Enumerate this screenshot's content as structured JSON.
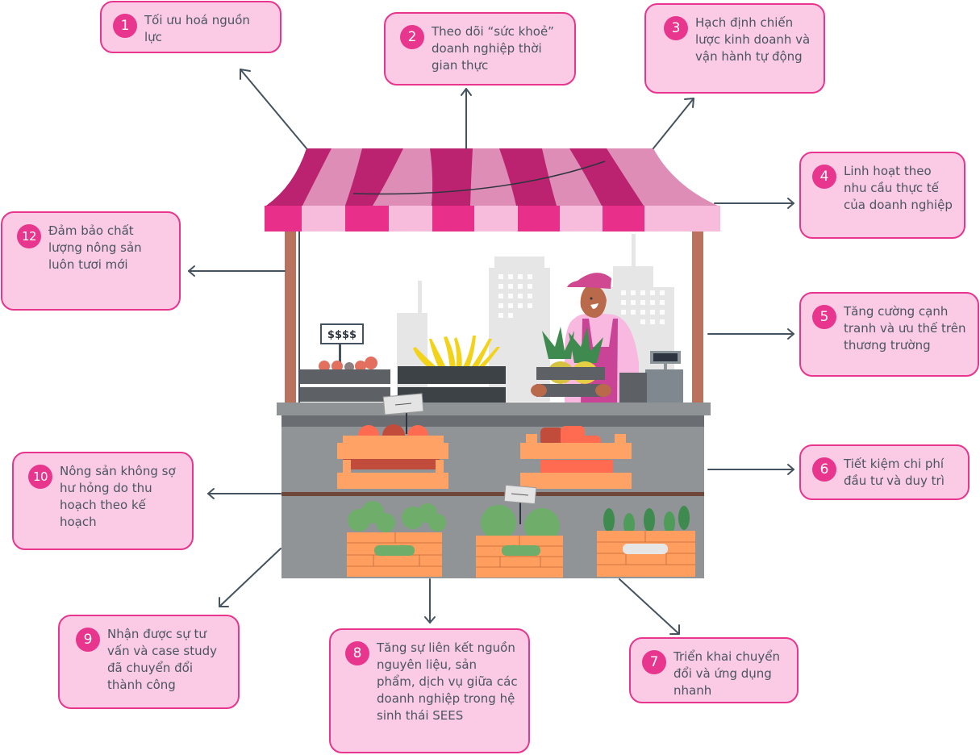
{
  "illustration": {
    "price_sign": "$$$$",
    "subject": "market-stall-vendor"
  },
  "colors": {
    "callout_fill": "#fbcbe6",
    "callout_border": "#e8358d",
    "badge": "#e8358d",
    "text": "#4a5560",
    "arrow": "#44535f",
    "awning_dark": "#bb2370",
    "awning_light": "#dd8db6"
  },
  "callouts": [
    {
      "number": "1",
      "text": "Tối ưu hoá nguồn lực"
    },
    {
      "number": "2",
      "text": "Theo dõi “sức khoẻ” doanh nghiệp thời gian thực"
    },
    {
      "number": "3",
      "text": "Hạch định chiến lược kinh doanh và vận hành tự động"
    },
    {
      "number": "4",
      "text": "Linh hoạt theo nhu cầu thực tế của doanh nghiệp"
    },
    {
      "number": "5",
      "text": "Tăng cường cạnh tranh và ưu thế trên thương trường"
    },
    {
      "number": "6",
      "text": "Tiết kiệm chi phí đầu tư và duy trì"
    },
    {
      "number": "7",
      "text": "Triển khai chuyển đổi và ứng dụng nhanh"
    },
    {
      "number": "8",
      "text": "Tăng sự liên kết nguồn nguyên liệu, sản phẩm, dịch vụ giữa các doanh nghiệp trong hệ sinh thái SEES"
    },
    {
      "number": "9",
      "text": "Nhận được sự tư vấn và case study đã chuyển đổi thành công"
    },
    {
      "number": "10",
      "text": "Nông sản không sợ hư hỏng do thu hoạch theo kế hoạch"
    },
    {
      "number": "12",
      "text": "Đảm bảo chất lượng nông sản luôn tươi mới"
    }
  ]
}
